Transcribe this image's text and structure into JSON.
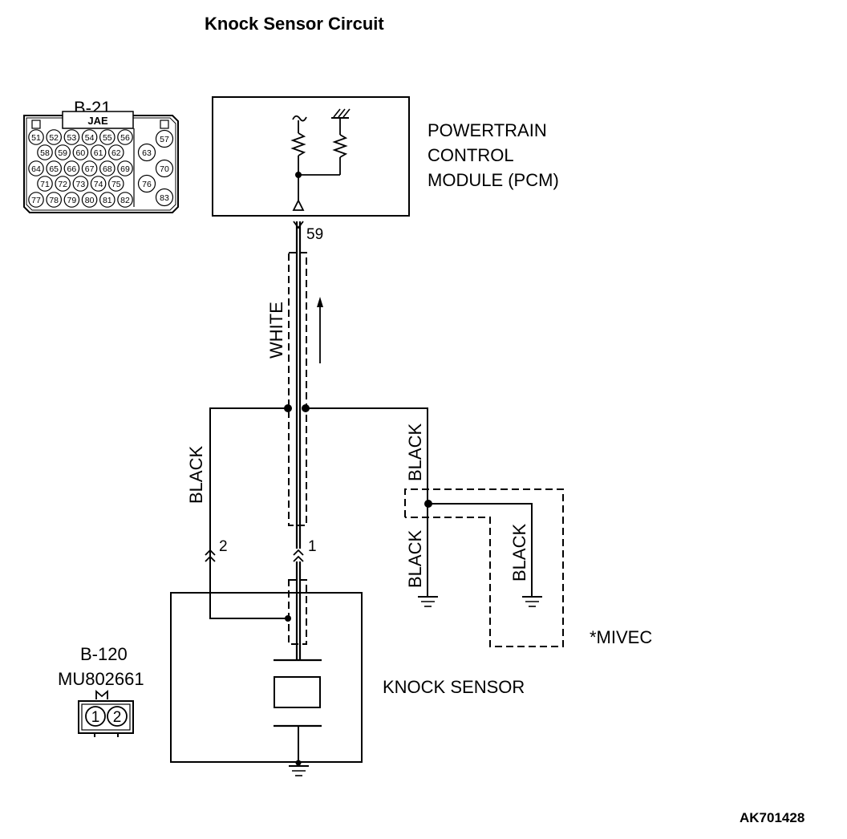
{
  "title": "Knock Sensor Circuit",
  "code": "AK701428",
  "connector_b21": {
    "name": "B-21",
    "maker": "JAE",
    "rows": [
      [
        "51",
        "52",
        "53",
        "54",
        "55",
        "56"
      ],
      [
        "58",
        "59",
        "60",
        "61",
        "62"
      ],
      [
        "64",
        "65",
        "66",
        "67",
        "68",
        "69"
      ],
      [
        "71",
        "72",
        "73",
        "74",
        "75"
      ],
      [
        "77",
        "78",
        "79",
        "80",
        "81",
        "82"
      ]
    ],
    "side_pins": [
      "57",
      "63",
      "70",
      "76",
      "83"
    ]
  },
  "pcm": {
    "line1": "POWERTRAIN",
    "line2": "CONTROL",
    "line3": "MODULE (PCM)",
    "terminal": "59"
  },
  "wires": {
    "main": "WHITE",
    "left": "BLACK",
    "right": "BLACK",
    "mivec_left": "BLACK",
    "mivec_right": "BLACK"
  },
  "sensor_connector": {
    "name": "B-120",
    "part_no": "MU802661",
    "pin_left": "2",
    "pin_right": "1",
    "face_pins": [
      "1",
      "2"
    ]
  },
  "knock_sensor": {
    "label": "KNOCK SENSOR"
  },
  "mivec": {
    "label": "*MIVEC"
  }
}
